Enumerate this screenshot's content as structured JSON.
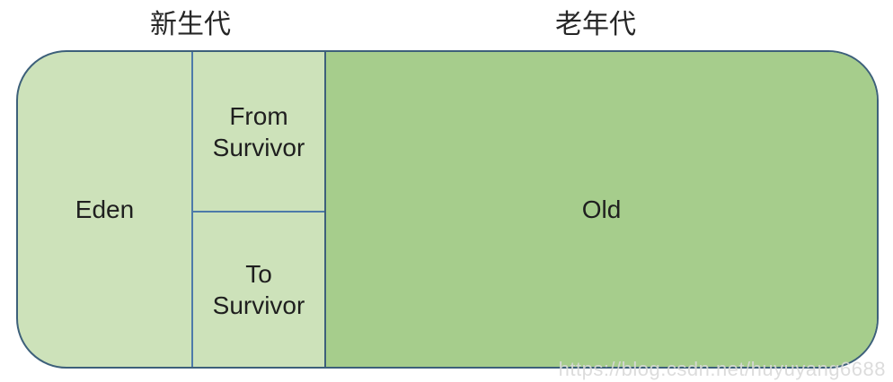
{
  "titles": {
    "young": "新生代",
    "old": "老年代"
  },
  "regions": {
    "eden": "Eden",
    "from_survivor": "From Survivor",
    "to_survivor": "To Survivor",
    "old": "Old"
  },
  "watermark": "https://blog.csdn.net/huyuyang6688",
  "colors": {
    "light_green": "#cde2ba",
    "dark_green": "#a6cd8c",
    "outer_border": "#3d607a",
    "inner_divider": "#4d7aa9",
    "text": "#1f1f1f",
    "watermark": "#d9d9d9"
  }
}
